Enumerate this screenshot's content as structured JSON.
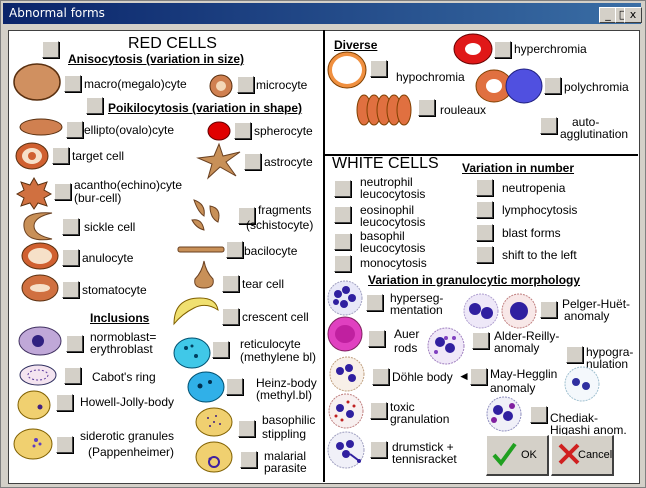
{
  "window": {
    "title": "Abnormal forms",
    "min": "_",
    "max": "□",
    "close": "x"
  },
  "red": {
    "title": "RED CELLS",
    "aniso": "Anisocytosis (variation in size)",
    "macro": "macro(megalo)cyte",
    "micro": "microcyte",
    "poik": "Poikilocytosis (variation in shape)",
    "ellipto": "ellipto(ovalo)cyte",
    "sphero": "spherocyte",
    "target": "target cell",
    "astro": "astrocyte",
    "acantho1": "acantho(echino)cyte",
    "acantho2": "(bur-cell)",
    "frag1": "fragments",
    "frag2": "(schistocyte)",
    "sickle": "sickle cell",
    "bacil": "bacilocyte",
    "anulo": "anulocyte",
    "tear": "tear cell",
    "stomato": "stomatocyte",
    "crescent": "crescent cell",
    "incl": "Inclusions",
    "normo1": "normoblast=",
    "normo2": "erythroblast",
    "retic1": "reticulocyte",
    "retic2": "(methylene bl)",
    "cabot": "Cabot's ring",
    "heinz1": "Heinz-body",
    "heinz2": "(methyl.bl)",
    "howell": "Howell-Jolly-body",
    "baso1": "basophilic",
    "baso2": "stippling",
    "sider1": "siderotic granules",
    "sider2": "(Pappenheimer)",
    "malar1": "malarial",
    "malar2": "parasite"
  },
  "diverse": {
    "title": "Diverse",
    "hyper": "hyperchromia",
    "hypo": "hypochromia",
    "poly": "polychromia",
    "roul": "rouleaux",
    "auto1": "auto-",
    "auto2": "agglutination"
  },
  "white": {
    "title": "WHITE CELLS",
    "varnum": "Variation in number",
    "neu1": "neutrophil",
    "neu2": "leucocytosis",
    "eos1": "eosinophil",
    "eos2": "leucocytosis",
    "bas1": "basophil",
    "bas2": "leucocytosis",
    "mono": "monocytosis",
    "neutrop": "neutropenia",
    "lympho": "lymphocytosis",
    "blast": "blast forms",
    "shift": "shift to the left",
    "vargran": "Variation in granulocytic morphology",
    "hs1": "hyperseg-",
    "hs2": "mentation",
    "pel1": "Pelger-Huët-",
    "pel2": "anomaly",
    "auer1": "Auer",
    "auer2": "rods",
    "ald1": "Alder-Reilly-",
    "ald2": "anomaly",
    "hg1": "hypogra-",
    "hg2": "nulation",
    "dohle": "Döhle body",
    "may1": "May-Hegglin",
    "may2": "anomaly",
    "tox1": "toxic",
    "tox2": "granulation",
    "ch1": "Chediak-",
    "ch2": "Higashi anom.",
    "dr1": "drumstick +",
    "dr2": "tennisracket"
  },
  "buttons": {
    "ok": "OK",
    "cancel": "Cancel"
  },
  "colors": {
    "accent": "#0a246a",
    "red_cell": "#c87850",
    "white_cell_stain": "#4040c0"
  }
}
